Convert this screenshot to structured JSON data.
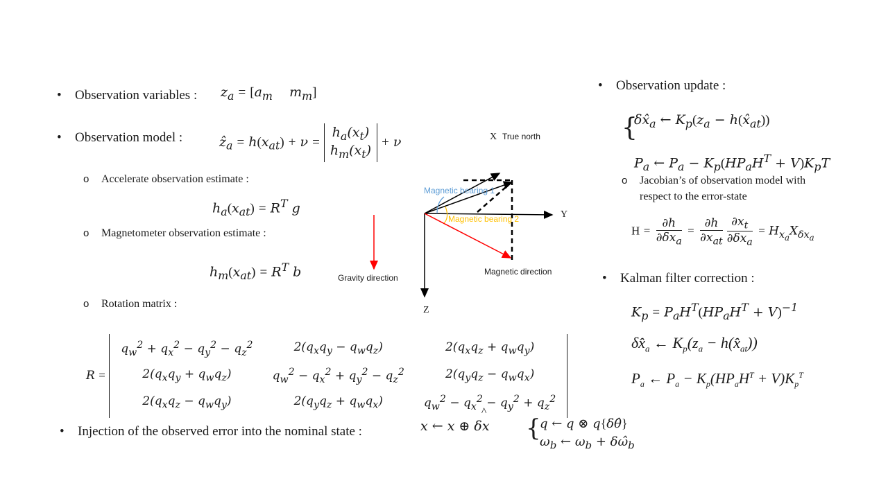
{
  "left": {
    "obs_variables_label": "Observation variables :",
    "obs_variables_eq": "z_a = [a_m  m_m]",
    "obs_model_label": "Observation model :",
    "obs_model_eq": "ẑ_a = h(x_at) + ν = [h_a(x_t); h_m(x_t)] + ν",
    "accel_label": "Accelerate observation estimate :",
    "accel_eq": "h_a(x_at) = R^T g",
    "mag_label": "Magnetometer observation estimate :",
    "mag_eq": "h_m(x_at) = R^T b",
    "rot_label": "Rotation matrix :",
    "rot_eq": "R = [[qw²+qx²−qy²−qz², 2(qxqy−qwqz), 2(qxqz+qwqy)],[2(qxqy+qwqz), qw²−qx²+qy²−qz², 2(qyqz−qwqx)],[2(qxqz−qwqy), 2(qyqz+qwqx), qw²−qx²−qy²+qz²]]",
    "inject_label": "Injection of the observed error into the nominal state :",
    "inject_eq": "x ← x ⊕ δx̂ ; q ← q ⊗ q{δθ̂} ; ω_b ← ω_b + δω̂_b"
  },
  "right": {
    "update_label": "Observation update :",
    "update_eq": "δx̂_a ← K_p(z_a − h(x̂_at)) ; P_a ← P_a − K_p(HP_aH^T + V)K_pT",
    "jacobian_label_1": "Jacobian’s of observation model with",
    "jacobian_label_2": "respect to the error-state",
    "jacobian_eq": "H = ∂h/∂δx_a = ∂h/∂x_at · ∂x_t/∂δx_a = H_xa X_δxa",
    "kalman_label": "Kalman filter correction :",
    "kalman_eq": "K_p = P_aH^T(HP_aH^T + V)^−1 ; δx̂_a ← K_p(z_a − h(x̂_at)) ; P_a ← P_a − K_p(HP_aH^T + V)K_p^T"
  },
  "diagram": {
    "x_axis": "X",
    "true_north": "True  north",
    "y_axis": "Y",
    "z_axis": "Z",
    "bearing1": "Magnetic bearing 1",
    "bearing2": "Magnetic bearing 2",
    "gravity": "Gravity direction",
    "magnetic": "Magnetic direction",
    "colors": {
      "gravity": "#ff0000",
      "bearing1": "#5b9bd5",
      "bearing2": "#ffc000",
      "axes": "#000000"
    }
  }
}
